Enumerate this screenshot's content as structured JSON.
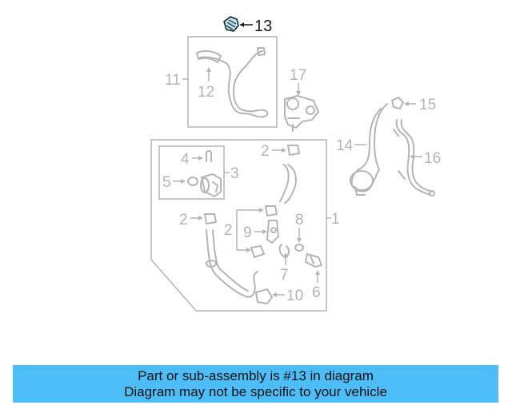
{
  "highlighted_part": "13",
  "labels": {
    "p1": "1",
    "p2a": "2",
    "p2b": "2",
    "p2c": "2",
    "p3": "3",
    "p4": "4",
    "p5": "5",
    "p6": "6",
    "p7": "7",
    "p8": "8",
    "p9": "9",
    "p10": "10",
    "p11": "11",
    "p12": "12",
    "p13": "13",
    "p14": "14",
    "p15": "15",
    "p16": "16",
    "p17": "17"
  },
  "banner": {
    "line1": "Part or sub-assembly is #13 in diagram",
    "line2": "Diagram may not be specific to your vehicle"
  },
  "colors": {
    "banner_bg": "#4dbdf7",
    "diagram_lines": "#b4b4b4",
    "highlight": "#1a1a1a"
  }
}
